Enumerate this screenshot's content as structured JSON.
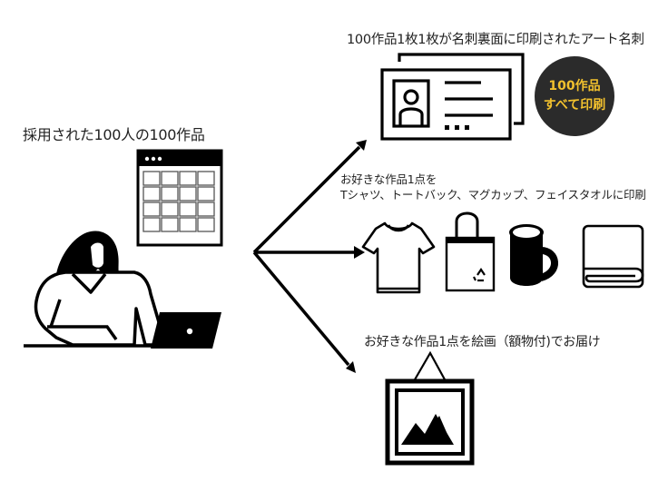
{
  "source": {
    "label": "採用された100人の100作品"
  },
  "outputs": [
    {
      "label": "100作品1枚1枚が名刺裏面に印刷されたアート名刺",
      "icon": "business-card-icon",
      "badge": {
        "line1": "100作品",
        "line2": "すべて印刷",
        "bg_color": "#2b2b2b",
        "text_color": "#f2c12e"
      }
    },
    {
      "label_line1": "お好きな作品1点を",
      "label_line2": "Tシャツ、トートバック、マグカップ、フェイスタオルに印刷",
      "icons": [
        "t-shirt-icon",
        "tote-bag-icon",
        "mug-icon",
        "towel-icon"
      ]
    },
    {
      "label": "お好きな作品1点を絵画（額物付)でお届け",
      "icon": "framed-picture-icon"
    }
  ],
  "colors": {
    "ink": "#000000",
    "text": "#222222",
    "background": "#ffffff"
  }
}
